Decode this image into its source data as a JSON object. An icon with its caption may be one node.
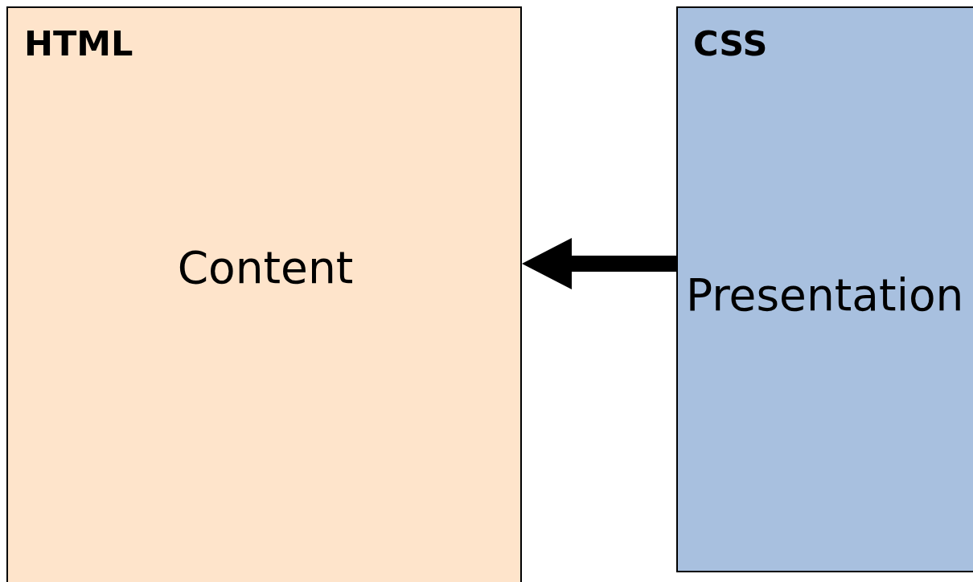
{
  "diagram": {
    "nodes": [
      {
        "text": [
          "HTML",
          "Content"
        ]
      },
      {
        "text": [
          "CSS",
          "Presentation"
        ]
      }
    ],
    "edges": [
      {
        "from": 1,
        "to": 0,
        "arrow": "to"
      }
    ]
  }
}
